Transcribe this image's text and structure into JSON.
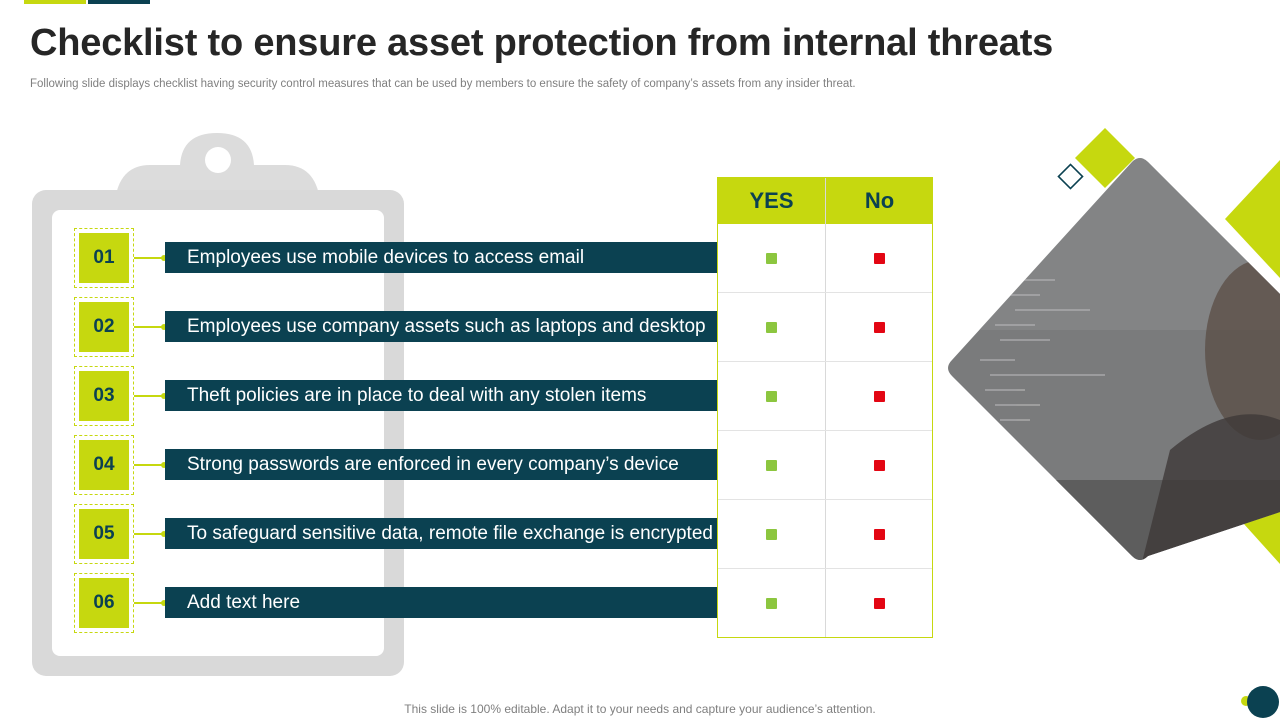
{
  "title": "Checklist to ensure asset protection from internal threats",
  "subtitle": "Following slide displays checklist having security control measures that can be used by members to ensure the safety of company’s assets from any insider threat.",
  "table": {
    "yes_label": "YES",
    "no_label": "No"
  },
  "items": [
    {
      "num": "01",
      "text": "Employees use mobile devices to access email"
    },
    {
      "num": "02",
      "text": "Employees use company assets such as laptops and desktop"
    },
    {
      "num": "03",
      "text": "Theft policies are in place to deal with any stolen items"
    },
    {
      "num": "04",
      "text": "Strong passwords are enforced in every company’s device"
    },
    {
      "num": "05",
      "text": "To safeguard sensitive data, remote file exchange is encrypted"
    },
    {
      "num": "06",
      "text": "Add text here"
    }
  ],
  "footer": "This slide is 100% editable. Adapt it to your needs and capture your audience’s attention.",
  "colors": {
    "accent": "#c6d80f",
    "primary": "#0b4151",
    "yes": "#8cc63f",
    "no": "#e30613"
  },
  "icons": {
    "yes_marker": "green-square-icon",
    "no_marker": "red-square-icon"
  }
}
